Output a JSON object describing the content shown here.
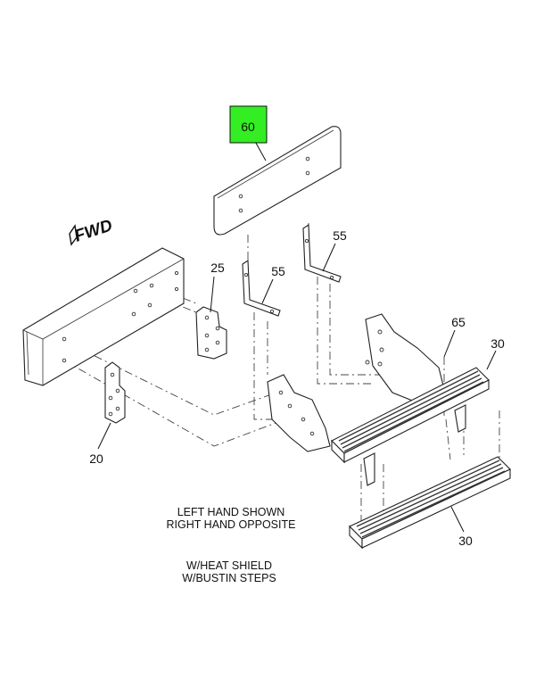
{
  "callouts": {
    "heat_shield": "60",
    "bracket_right": "55",
    "bracket_left": "55",
    "plate_25": "25",
    "plate_20": "20",
    "support_65": "65",
    "step_upper": "30",
    "step_lower": "30"
  },
  "direction_label": "FWD",
  "notes": {
    "line1": "LEFT HAND SHOWN",
    "line2": "RIGHT HAND OPPOSITE",
    "line3": "W/HEAT SHIELD",
    "line4": "W/BUSTIN STEPS"
  },
  "colors": {
    "highlight": "#33ee22",
    "line": "#222222",
    "background": "#ffffff"
  }
}
